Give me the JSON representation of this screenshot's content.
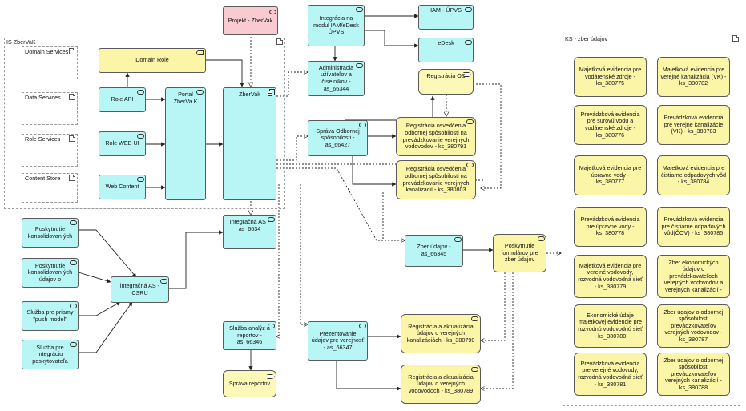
{
  "groups": {
    "is_zbervak": "IS ZberVaK",
    "ks_zber": "KS - zber údajov"
  },
  "left_folders": {
    "domain_services": "Domain Services",
    "data_services": "Data Services",
    "role_services": "Role Services",
    "content_store": "Content Store"
  },
  "nodes": {
    "projekt": "Projekt - ZberVak",
    "domain_role": "Domain Role",
    "role_api": "Role API",
    "role_web_ui": "Role WEB UI",
    "web_content": "Web Content",
    "portal": "Portal ZberVa K",
    "zbervak": "ZberVak",
    "integracia_iam": "Integrácia na modul IAM/eDesk ÚPVS",
    "iam_upvs": "IAM - ÚPVS",
    "edesk": "eDesk",
    "administracia": "Administrácia užívateľov a číselníkov - as_66344",
    "registracia_os": "Registrácia OS",
    "sprava_odbornej": "Správa Odbornej spôsobilosti - as_66427",
    "reg_osv_vodovod": "Registrácia osvedčenia odbornej spôsobilosti na prevádzkovanie verejných vodovodov - ks_380791",
    "reg_osv_kanal": "Registrácia osvedčenia odbornej spôsobilosti na prevádzkovanie verejných kanalizácií - ks_380803",
    "integracna_as_6634": "Integračná AS - as_6634",
    "poskytnutie_konsolidovanych": "Poskytnutie konsolidovan ých",
    "poskytnutie_konsolidovanych_udajov": "Poskytnutie konsolidovan ých údajov o",
    "sluzba_push": "Služba pre priamy \"push model\"",
    "sluzba_integraciu": "Služba pre integráciu poskytovateľa",
    "integracna_csru": "integračná AS - CSRU",
    "zber_udajov": "Zber údajov - as_66345",
    "poskytnutie_formularov": "Poskytnutie formulárov pre zber údajov",
    "sluzba_analyz": "Služba analýz a reportov - as_66346",
    "sprava_reportov": "Správa reportov",
    "prezentovanie": "Prezentovanie údajov pre verejnosť - as_66347",
    "reg_akt_kanal": "Registrácia a aktualizácia údajov o verejných kanalizáciách - ks_380790",
    "reg_akt_vodovod": "Registrácia a aktualizácia údajov o verejných vodovodoch - ks_380789"
  },
  "ks_items": [
    "Majetková evidencia pre vodárenské zdroje - ks_380775",
    "Majetková evidencia pre verejné kanalizácia (VK) - ks_380782",
    "Prevádzková evidencia pre surovú vodu a vodárenské zdroje - ks_380776",
    "Prevádzková evidencia pre verejné kanalizácie (VK) - ks_380783",
    "Majetková evidencia pre úpravne vody - ks_380777",
    "Majetková evidencia pre čistiarne odpadových vôd - ks_380784",
    "Prevádzková evidencia pre úpravne vody - ks_380778",
    "Prevádzková evidencia pre čistiarne odpadových vôd(ČOV) - ks_380785",
    "Majetková evidencia pre verejné vodovody, rozvodná vodovodná sieť - ks_380779",
    "Zber ekonomických údajov o prevádzkovateľoch verejných vodovodov a verejných kanalizácií -",
    "Ekonomické údaje majetkovej evidencie pre rozvodnú vodovodnú sieť - ks_380780",
    "Zber údajov o odbornej spôsobilosti prevádzkovateľov verejných vodovodov - ks_380787",
    "Prevádzková evidencia pre verejné vodovody, rozvodná vodovodná sieť - ks_380781",
    "Zber údajov o odbornej spôsobilosti prevádzkovateľov verejných kanalizácií - ks_380788"
  ],
  "icons": [
    "folder-icon",
    "service-icon",
    "component-icon",
    "event-icon",
    "role-icon"
  ],
  "colors": {
    "application": "#b8f5f5",
    "business": "#fbf5a8",
    "motivation": "#f9cbd0"
  }
}
